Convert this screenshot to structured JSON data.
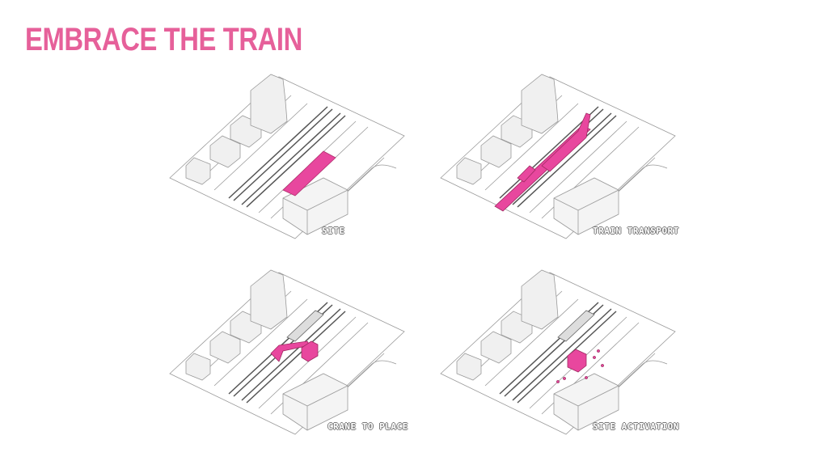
{
  "title": "EMBRACE THE TRAIN",
  "accent_color": "#e8479e",
  "panels": [
    {
      "label": "SITE"
    },
    {
      "label": "TRAIN TRANSPORT"
    },
    {
      "label": "CRANE TO PLACE"
    },
    {
      "label": "SITE ACTIVATION"
    }
  ]
}
